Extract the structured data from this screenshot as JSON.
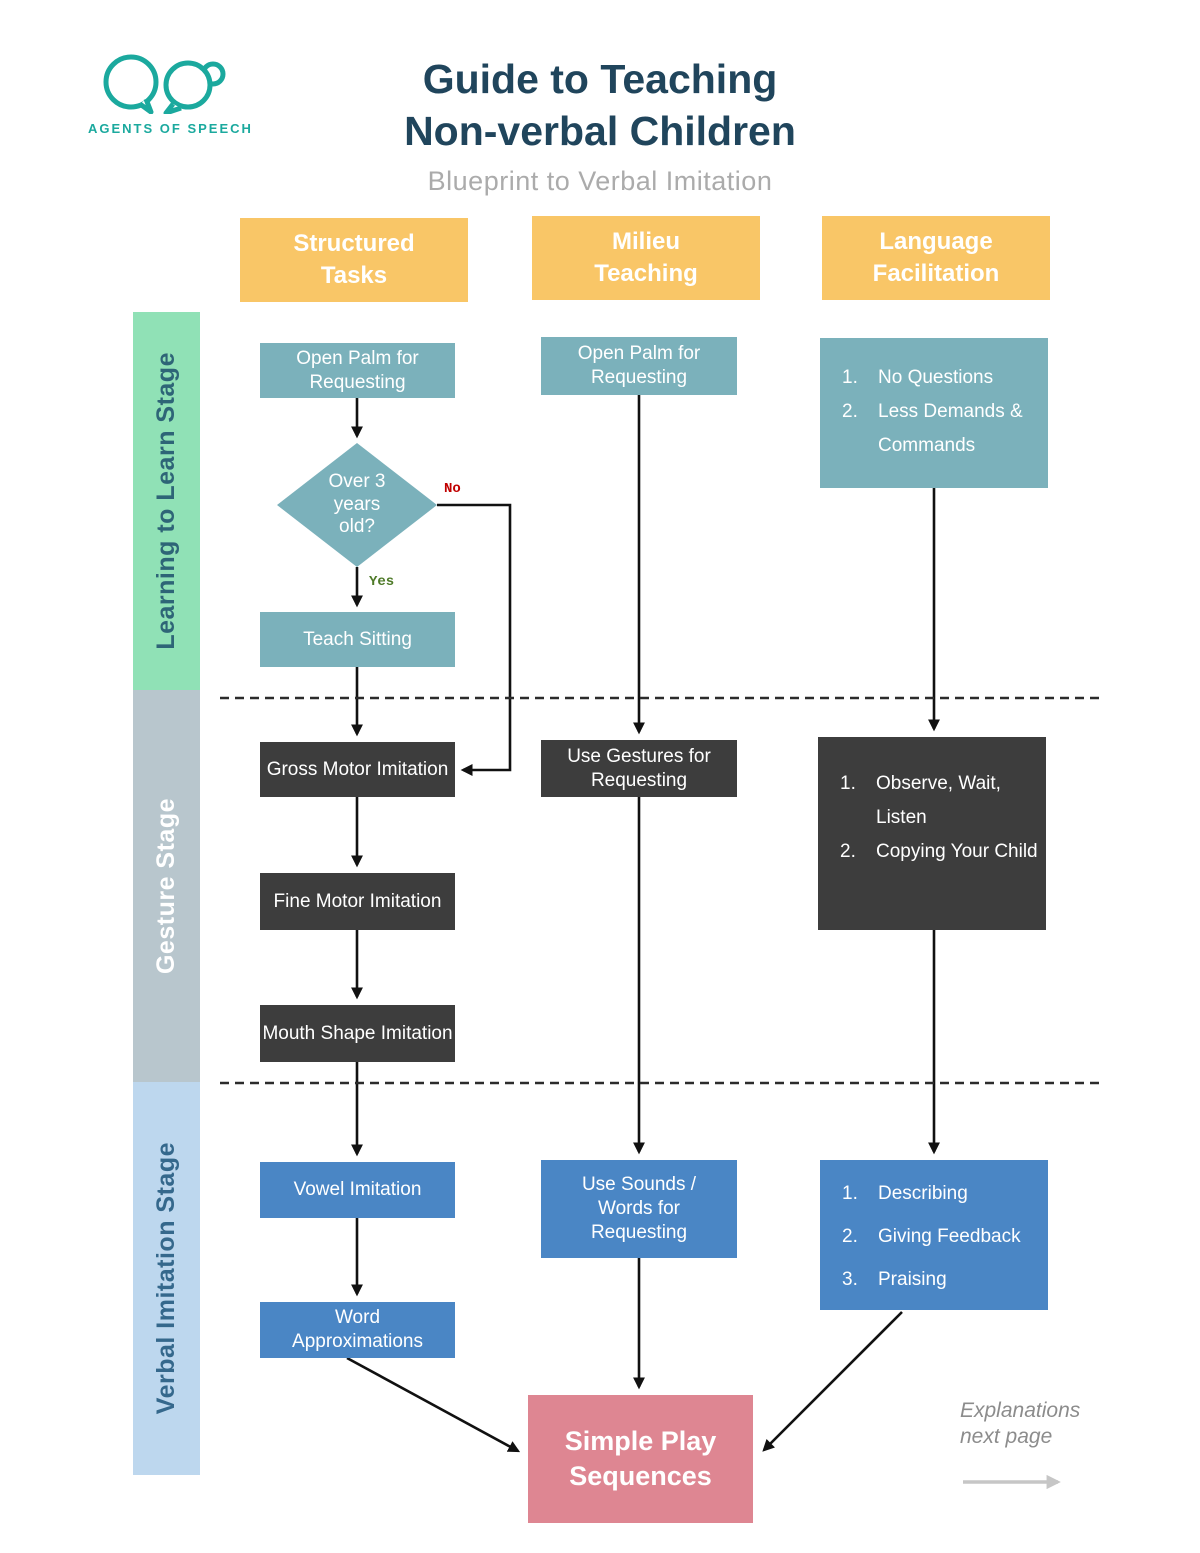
{
  "brand": {
    "name": "AGENTS OF SPEECH"
  },
  "header": {
    "title_line1": "Guide to Teaching",
    "title_line2": "Non-verbal Children",
    "subtitle": "Blueprint to Verbal Imitation"
  },
  "columns": {
    "structured": {
      "label": "Structured Tasks"
    },
    "milieu": {
      "label": "Milieu Teaching"
    },
    "language": {
      "label": "Language Facilitation"
    }
  },
  "stages": {
    "learning": {
      "label": "Learning to Learn Stage"
    },
    "gesture": {
      "label": "Gesture Stage"
    },
    "verbal": {
      "label": "Verbal Imitation Stage"
    }
  },
  "nodes": {
    "open_palm_structured": {
      "label": "Open Palm for Requesting"
    },
    "decision_over3": {
      "label": "Over 3 years old?",
      "no_label": "No",
      "yes_label": "Yes"
    },
    "teach_sitting": {
      "label": "Teach Sitting"
    },
    "gross_motor": {
      "label": "Gross Motor Imitation"
    },
    "fine_motor": {
      "label": "Fine Motor Imitation"
    },
    "mouth_shape": {
      "label": "Mouth Shape Imitation"
    },
    "vowel_imitation": {
      "label": "Vowel Imitation"
    },
    "word_approximations": {
      "label": "Word Approximations"
    },
    "open_palm_milieu": {
      "label": "Open Palm for Requesting"
    },
    "use_gestures": {
      "label": "Use Gestures for Requesting"
    },
    "use_sounds": {
      "label": "Use Sounds / Words for Requesting"
    },
    "simple_play": {
      "label": "Simple Play Sequences"
    },
    "language_learning_list": {
      "numbers": [
        "1.",
        "2."
      ],
      "items": [
        "No Questions",
        "Less Demands & Commands"
      ]
    },
    "language_gesture_list": {
      "numbers": [
        "1.",
        "2."
      ],
      "items": [
        "Observe, Wait, Listen",
        "Copying Your Child"
      ]
    },
    "language_verbal_list": {
      "numbers": [
        "1.",
        "2.",
        "3."
      ],
      "items": [
        "Describing",
        "Giving Feedback",
        "Praising"
      ]
    }
  },
  "footer": {
    "note_line1": "Explanations",
    "note_line2": "next page"
  },
  "colors": {
    "brand_teal": "#1BA99E",
    "title_navy": "#20455C",
    "subtitle_gray": "#ABABAB",
    "header_orange": "#F9C667",
    "node_teal": "#7BB1BB",
    "node_dark": "#3D3D3D",
    "node_blue": "#4A86C5",
    "node_pink": "#DE8692",
    "bar_green": "#90E1B6",
    "bar_gray": "#B8C6CD",
    "bar_lightblue": "#BDD7EE",
    "no_red": "#C00000",
    "yes_green": "#4E7A28",
    "note_gray": "#8C8C8C"
  }
}
